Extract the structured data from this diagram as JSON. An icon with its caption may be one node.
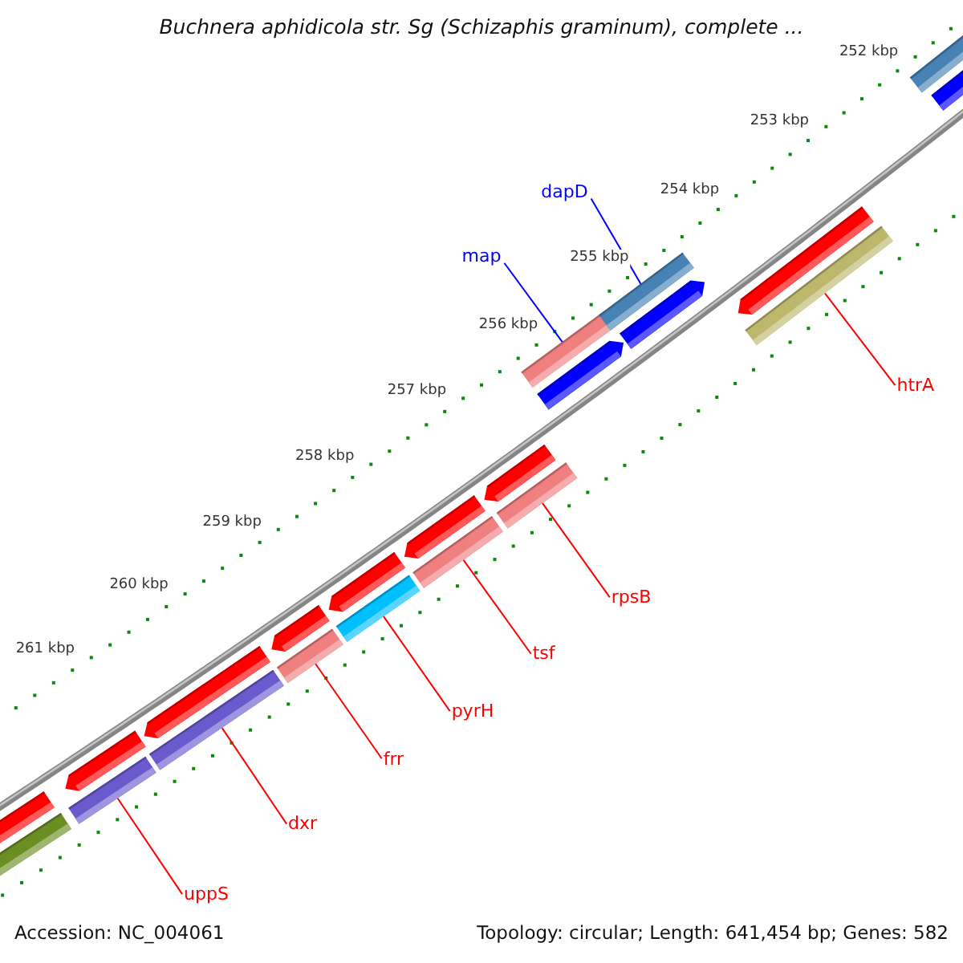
{
  "diagram": {
    "title": "Buchnera aphidicola str. Sg (Schizaphis graminum), complete ...",
    "nodes": [
      {
        "text": [
          "dapD"
        ]
      },
      {
        "text": [
          "map"
        ]
      },
      {
        "text": [
          "htrA"
        ]
      },
      {
        "text": [
          "rpsB"
        ]
      },
      {
        "text": [
          "tsf"
        ]
      },
      {
        "text": [
          "pyrH"
        ]
      },
      {
        "text": [
          "frr"
        ]
      },
      {
        "text": [
          "dxr"
        ]
      },
      {
        "text": [
          "uppS"
        ]
      },
      {
        "text": [],
        "shape": "bar"
      },
      {
        "text": [],
        "shape": "bar"
      },
      {
        "text": [],
        "shape": "bar"
      },
      {
        "text": [],
        "shape": "bar"
      },
      {
        "text": [],
        "shape": "bar"
      },
      {
        "text": [],
        "shape": "bar"
      },
      {
        "text": [],
        "shape": "bar"
      },
      {
        "text": [],
        "shape": "bar"
      },
      {
        "text": [],
        "shape": "bar"
      },
      {
        "text": [],
        "shape": "bar"
      },
      {
        "text": [],
        "shape": "bar"
      },
      {
        "text": [],
        "shape": "bar"
      },
      {
        "text": [],
        "shape": "bar"
      },
      {
        "text": [],
        "shape": "bar"
      },
      {
        "text": [],
        "shape": "bar"
      },
      {
        "text": [],
        "shape": "bar"
      },
      {
        "text": [],
        "shape": "bar"
      },
      {
        "text": [],
        "shape": "bar"
      },
      {
        "text": [],
        "shape": "bar"
      },
      {
        "text": [],
        "shape": "bar"
      },
      {
        "text": [],
        "shape": "bar"
      },
      {
        "text": [],
        "shape": "bar"
      }
    ],
    "edges": [
      {
        "from": 0,
        "to": 25,
        "arrow": "none",
        "color": "#0000ff"
      },
      {
        "from": 1,
        "to": 23,
        "arrow": "none",
        "color": "#0000ff"
      },
      {
        "from": 2,
        "to": 28,
        "arrow": "none"
      },
      {
        "from": 3,
        "to": 22,
        "arrow": "none"
      },
      {
        "from": 4,
        "to": 20,
        "arrow": "none"
      },
      {
        "from": 5,
        "to": 18,
        "arrow": "none"
      },
      {
        "from": 6,
        "to": 16,
        "arrow": "none"
      },
      {
        "from": 7,
        "to": 14,
        "arrow": "none"
      },
      {
        "from": 8,
        "to": 12,
        "arrow": "none"
      }
    ],
    "labels": [
      "252 kbp",
      "253 kbp",
      "254 kbp",
      "255 kbp",
      "256 kbp",
      "257 kbp",
      "258 kbp",
      "259 kbp",
      "260 kbp",
      "261 kbp",
      "Accession: NC_004061",
      "Topology: circular; Length: 641,454 bp; Genes: 582"
    ]
  }
}
